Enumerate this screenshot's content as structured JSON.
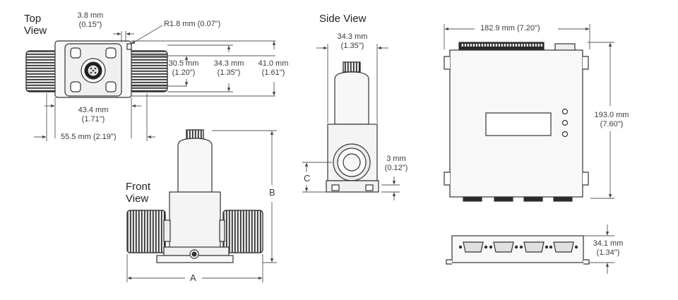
{
  "views": {
    "top": [
      "Top",
      "View"
    ],
    "side": "Side View",
    "front": [
      "Front",
      "View"
    ]
  },
  "dims": {
    "d1": [
      "3.8 mm",
      "(0.15\")"
    ],
    "d2": "R1.8 mm (0.07\")",
    "d3": [
      "30.5 mm",
      "(1.20\")"
    ],
    "d4": [
      "34.3 mm",
      "(1.35\")"
    ],
    "d5": [
      "41.0 mm",
      "(1.61\")"
    ],
    "d6": [
      "43.4 mm",
      "(1.71\")"
    ],
    "d7": "55.5 mm (2.19\")",
    "d8": [
      "34.3 mm",
      "(1.35\")"
    ],
    "d9": [
      "3 mm",
      "(0.12\")"
    ],
    "d10": "182.9 mm (7.20\")",
    "d11": [
      "193.0 mm",
      "(7.60\")"
    ],
    "d12": [
      "34.1 mm",
      "(1.34\")"
    ]
  },
  "letters": {
    "a": "A",
    "b": "B",
    "c": "C"
  },
  "colors": {
    "line": "#3a3a3a",
    "dim": "#555555",
    "body": "#f4f4f4",
    "dark": "#222222"
  }
}
